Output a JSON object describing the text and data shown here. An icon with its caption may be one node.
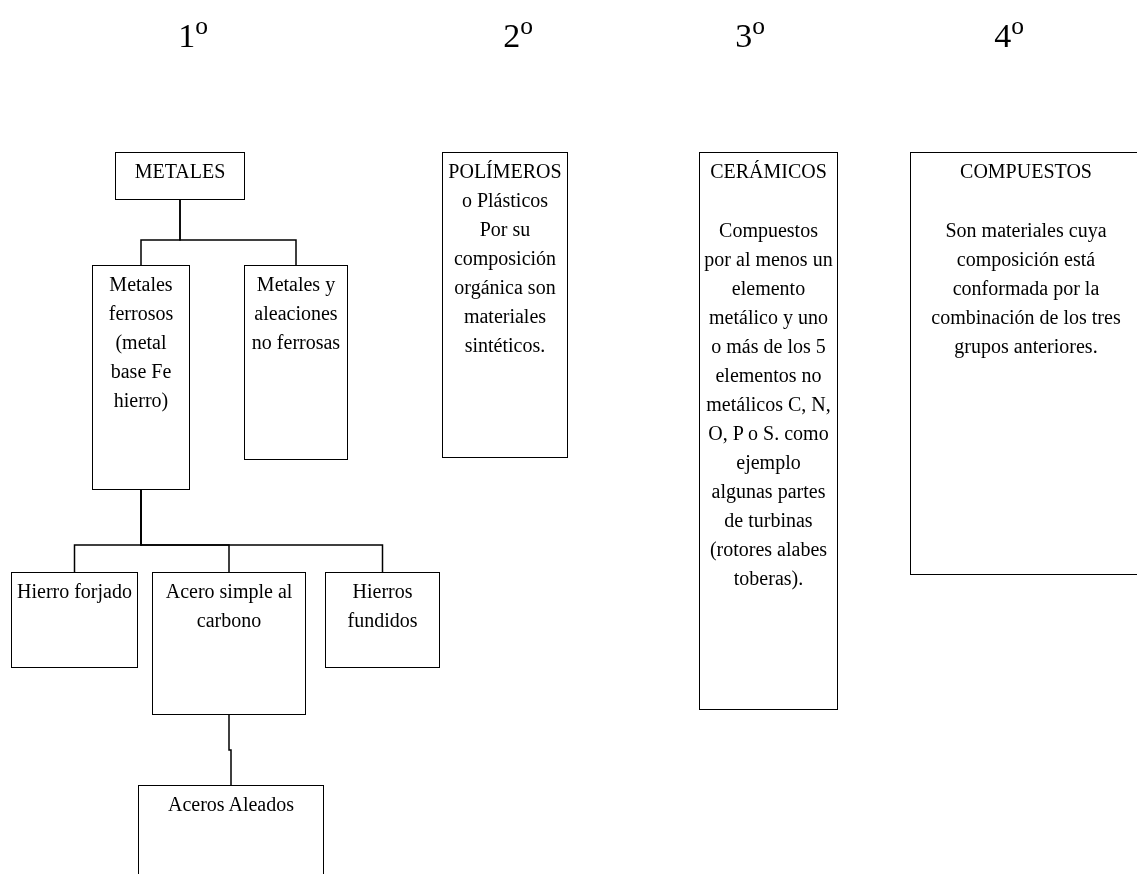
{
  "diagram": {
    "nodes": [
      {
        "text": [
          "METALES"
        ]
      },
      {
        "text": [
          "Metales ferrosos (metal base Fe hierro)"
        ]
      },
      {
        "text": [
          "Metales y aleaciones no ferrosas"
        ]
      },
      {
        "text": [
          "Hierro forjado"
        ]
      },
      {
        "text": [
          "Acero simple al carbono"
        ]
      },
      {
        "text": [
          "Hierros fundidos"
        ]
      },
      {
        "text": [
          "Aceros Aleados"
        ]
      },
      {
        "text": [
          "POLÍMEROS o Plásticos",
          "Por su composición orgánica son materiales sintéticos."
        ]
      },
      {
        "text": [
          "CERÁMICOS",
          "Compuestos por al menos un elemento metálico y uno o más de los 5 elementos no metálicos C, N, O, P o S. como ejemplo algunas partes de turbinas (rotores alabes toberas)."
        ]
      },
      {
        "text": [
          "COMPUESTOS",
          "Son materiales cuya composición está conformada por la combinación de los tres grupos anteriores."
        ]
      }
    ],
    "edges": [
      {
        "from": 0,
        "to": 1,
        "arrow": "none"
      },
      {
        "from": 0,
        "to": 2,
        "arrow": "none"
      },
      {
        "from": 1,
        "to": 3,
        "arrow": "none"
      },
      {
        "from": 1,
        "to": 4,
        "arrow": "none"
      },
      {
        "from": 1,
        "to": 5,
        "arrow": "none"
      },
      {
        "from": 4,
        "to": 6,
        "arrow": "none"
      }
    ],
    "labels": [
      "1$^{o}$",
      "2$^{o}$",
      "3$^{o}$",
      "4$^{o}$"
    ]
  }
}
